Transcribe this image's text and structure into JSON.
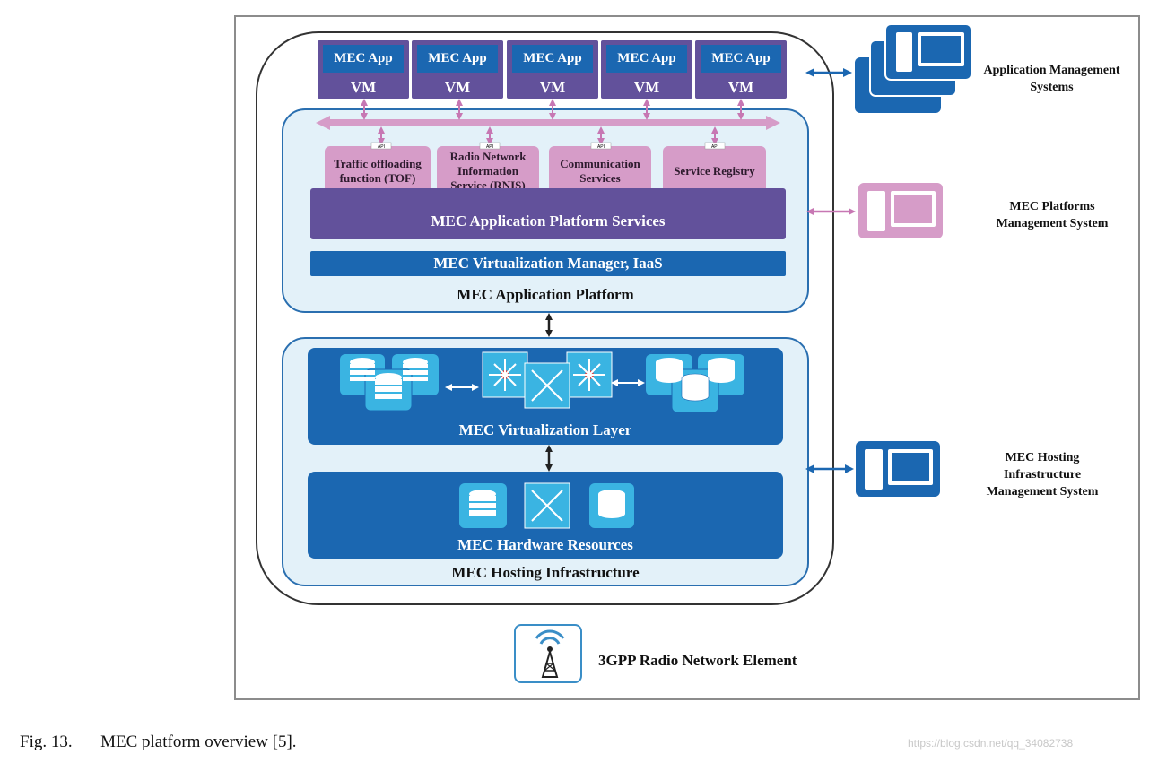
{
  "diagram": {
    "vms": [
      {
        "app": "MEC App",
        "vm": "VM"
      },
      {
        "app": "MEC App",
        "vm": "VM"
      },
      {
        "app": "MEC App",
        "vm": "VM"
      },
      {
        "app": "MEC App",
        "vm": "VM"
      },
      {
        "app": "MEC App",
        "vm": "VM"
      }
    ],
    "api_tag": "API",
    "services": [
      "Traffic offloading function (TOF)",
      "Radio Network Information Service (RNIS)",
      "Communication Services",
      "Service Registry"
    ],
    "platform_services": "MEC Application Platform Services",
    "virtualization_manager": "MEC Virtualization Manager, IaaS",
    "application_platform": "MEC Application Platform",
    "virtualization_layer": "MEC Virtualization Layer",
    "hardware_resources": "MEC Hardware Resources",
    "hosting_infrastructure": "MEC Hosting Infrastructure",
    "radio_element": "3GPP Radio Network Element",
    "management": {
      "app_mgmt": "Application Management Systems",
      "platforms_mgmt": "MEC Platforms Management System",
      "hosting_mgmt": "MEC Hosting Infrastructure Management System"
    },
    "colors": {
      "purple": "#62519b",
      "blue": "#1b67b1",
      "pink": "#d69cc8",
      "light_blue": "#e3f1f9",
      "icon_cyan": "#3ab4e2"
    }
  },
  "caption": {
    "label": "Fig. 13.",
    "text": "MEC platform overview [5]."
  },
  "watermark": "https://blog.csdn.net/qq_34082738"
}
